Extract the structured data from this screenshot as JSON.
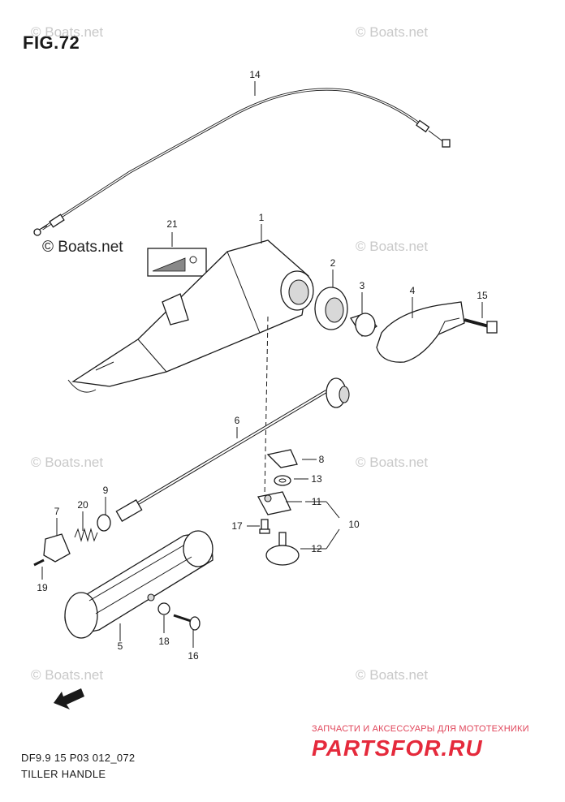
{
  "figure": {
    "title": "FIG.72"
  },
  "watermark": {
    "text": "© Boats.net"
  },
  "parts": [
    {
      "number": "1"
    },
    {
      "number": "2"
    },
    {
      "number": "3"
    },
    {
      "number": "4"
    },
    {
      "number": "5"
    },
    {
      "number": "6"
    },
    {
      "number": "7"
    },
    {
      "number": "8"
    },
    {
      "number": "9"
    },
    {
      "number": "10"
    },
    {
      "number": "11"
    },
    {
      "number": "12"
    },
    {
      "number": "13"
    },
    {
      "number": "14"
    },
    {
      "number": "15"
    },
    {
      "number": "16"
    },
    {
      "number": "17"
    },
    {
      "number": "18"
    },
    {
      "number": "19"
    },
    {
      "number": "20"
    },
    {
      "number": "21"
    }
  ],
  "footer": {
    "code": "DF9.9 15 P03 012_072",
    "name": "TILLER HANDLE"
  },
  "promo": {
    "tagline": "ЗАПЧАСТИ И АКСЕССУАРЫ ДЛЯ МОТОТЕХНИКИ",
    "logo": "PARTSFOR.RU"
  },
  "direction_mark": {
    "icon": "forward-arrow-icon"
  }
}
